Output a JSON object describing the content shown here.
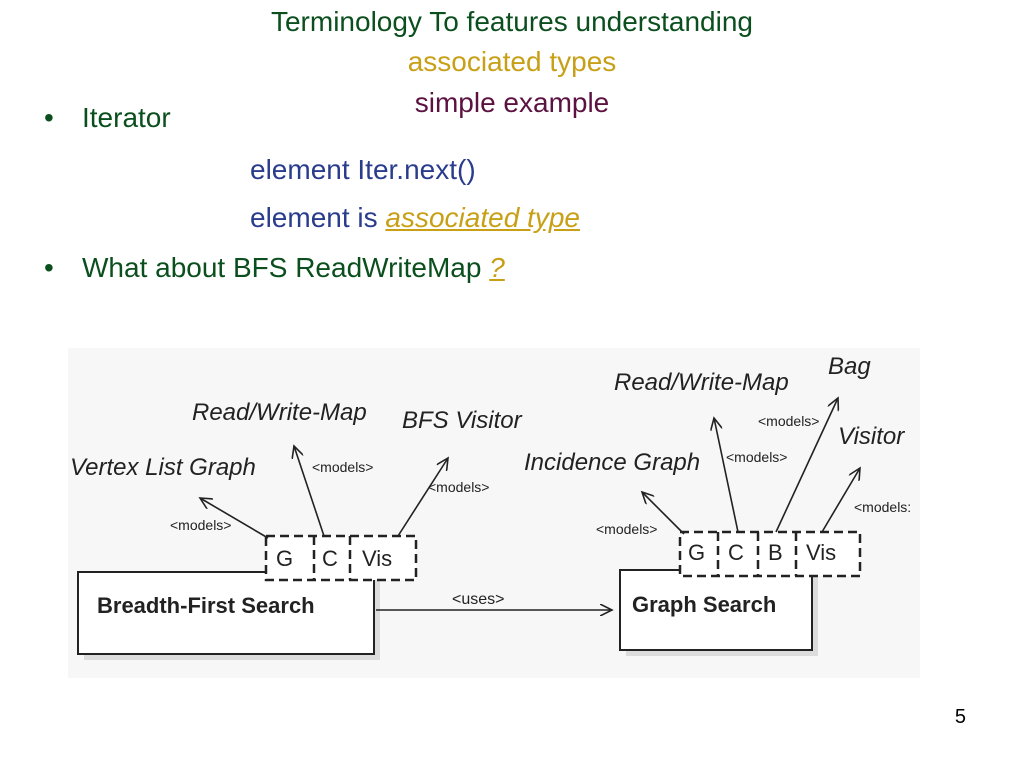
{
  "title": {
    "line1": "Terminology To features understanding",
    "line2": "associated types",
    "line3": "simple example"
  },
  "bullets": {
    "b1": "Iterator",
    "sub1": "element Iter.next()",
    "sub2_prefix": "element is ",
    "sub2_link": "associated type",
    "b2_prefix": "What about BFS ReadWriteMap  ",
    "b2_link": " ?"
  },
  "diagram": {
    "left": {
      "class_name": "Breadth-First Search",
      "params": [
        "G",
        "C",
        "Vis"
      ],
      "concepts": [
        "Vertex List Graph",
        "Read/Write-Map",
        "BFS Visitor"
      ],
      "models": [
        "<models>",
        "<models>",
        "<models>"
      ]
    },
    "uses": "<uses>",
    "right": {
      "class_name": "Graph Search",
      "params": [
        "G",
        "C",
        "B",
        "Vis"
      ],
      "concepts": [
        "Incidence Graph",
        "Read/Write-Map",
        "Bag",
        "Visitor"
      ],
      "models": [
        "<models>",
        "<models>",
        "<models>",
        "<models:"
      ]
    }
  },
  "page_number": "5",
  "colors": {
    "title_green": "#0b4f1e",
    "gold": "#c8a017",
    "plum": "#5b1240",
    "blue": "#2a3c8c"
  }
}
